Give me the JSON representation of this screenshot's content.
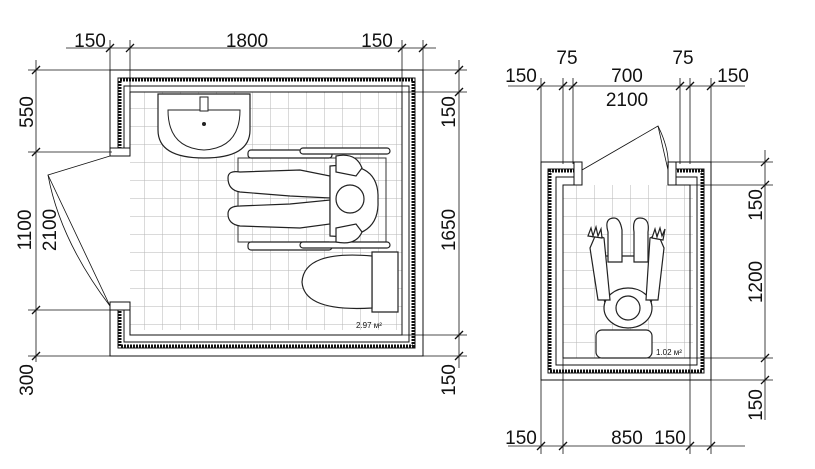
{
  "plan_left": {
    "top_dims": [
      "150",
      "1800",
      "150"
    ],
    "left_dims": [
      "550",
      "1100",
      "300"
    ],
    "left_total": "2100",
    "right_dims": [
      "150",
      "1650",
      "150"
    ],
    "area": "2.97 м²"
  },
  "plan_right": {
    "top_dims_row1": [
      "150",
      "75",
      "700",
      "75",
      "150"
    ],
    "top_total": "2100",
    "right_dims": [
      "150",
      "1200",
      "150"
    ],
    "bottom_dims": [
      "150",
      "850",
      "150"
    ],
    "area": "1.02 м²"
  }
}
